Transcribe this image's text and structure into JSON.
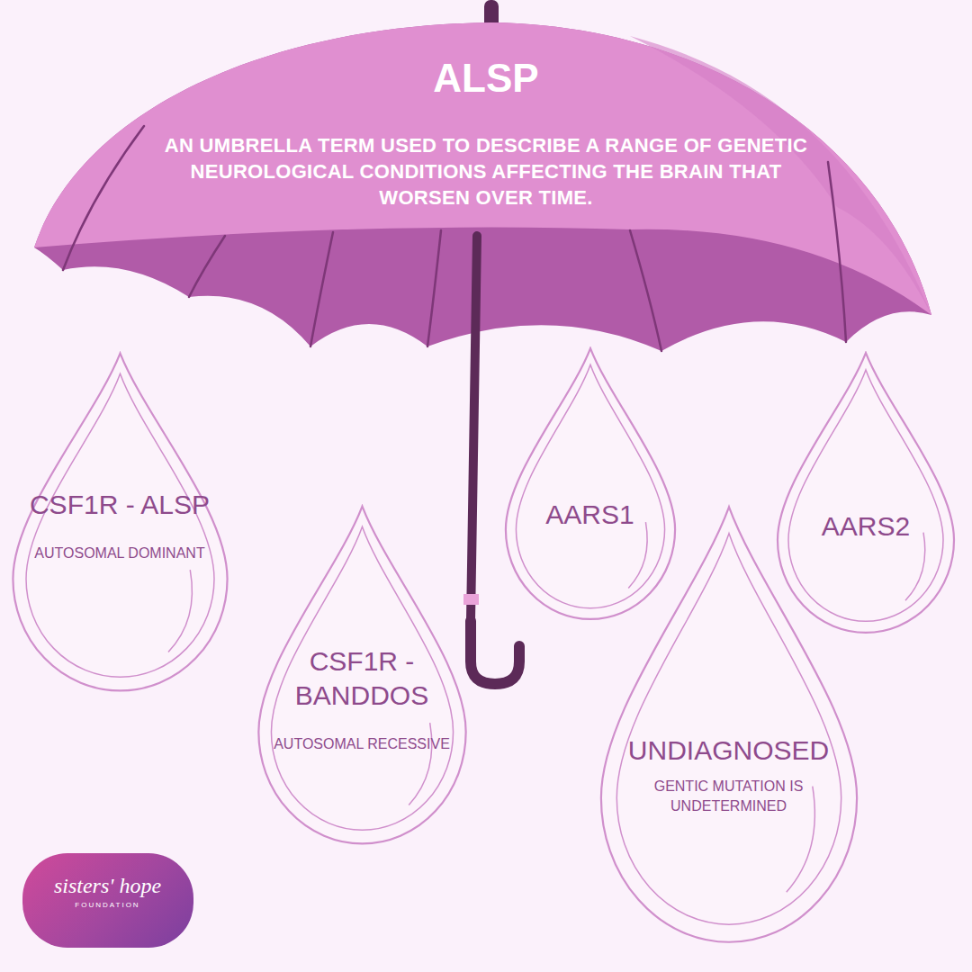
{
  "diagram": {
    "nodes": [
      {
        "text": [
          "ALSP",
          "AN UMBRELLA TERM USED TO DESCRIBE A RANGE OF GENETIC NEUROLOGICAL CONDITIONS AFFECTING THE BRAIN THAT WORSEN OVER TIME."
        ]
      },
      {
        "text": [
          "CSF1R - ALSP",
          "AUTOSOMAL DOMINANT"
        ]
      },
      {
        "text": [
          "AARS1"
        ]
      },
      {
        "text": [
          "AARS2"
        ]
      },
      {
        "text": [
          "CSF1R - BANDDOS",
          "AUTOSOMAL RECESSIVE"
        ]
      },
      {
        "text": [
          "UNDIAGNOSED",
          "GENTIC MUTATION IS UNDETERMINED"
        ]
      },
      {
        "text": [
          "sisters' hope",
          "FOUNDATION"
        ]
      }
    ]
  }
}
